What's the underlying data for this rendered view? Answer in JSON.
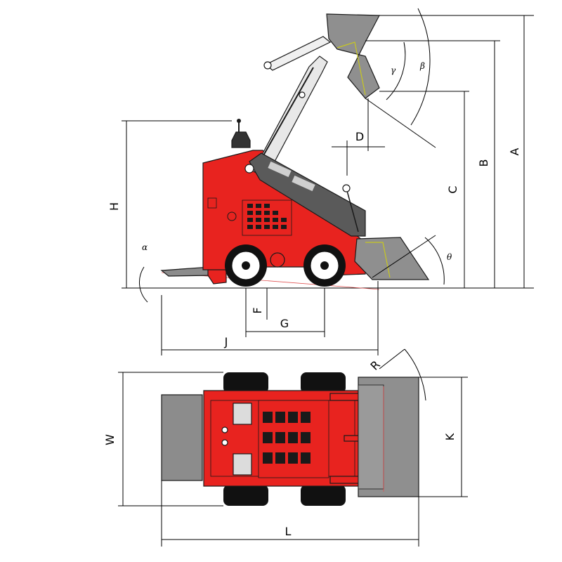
{
  "side_view": {
    "dimension_labels": {
      "A": "A",
      "B": "B",
      "C": "C",
      "D": "D",
      "H": "H",
      "F": "F",
      "G": "G",
      "J": "J"
    },
    "angle_labels": {
      "gamma": "γ",
      "beta": "β",
      "alpha": "α",
      "theta": "θ"
    }
  },
  "top_view": {
    "dimension_labels": {
      "W": "W",
      "K": "K",
      "L": "L",
      "R": "R"
    }
  },
  "colors": {
    "body_red": "#e8231f",
    "bucket_grey": "#8f8f8f",
    "tire_black": "#111111",
    "counterweight_grey": "#8c8c8c",
    "guide_line_red": "#e05050",
    "hydraulic_yellow": "#c8c820"
  }
}
